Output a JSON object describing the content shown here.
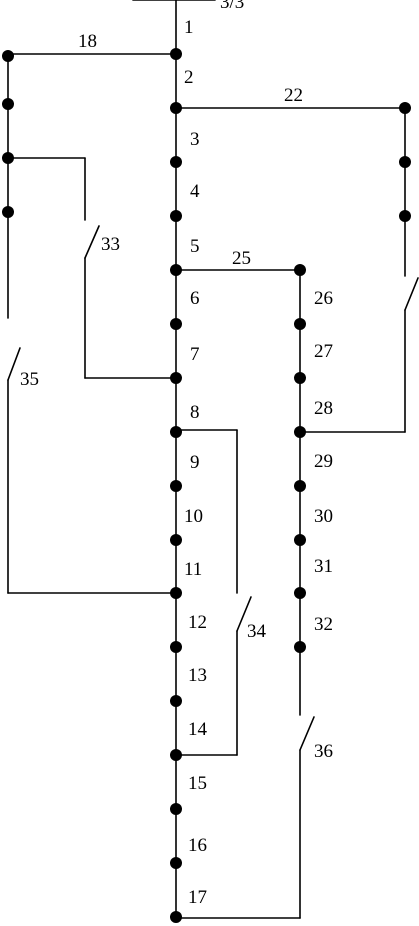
{
  "colors": {
    "line": "#000000",
    "node": "#000000",
    "background": "#ffffff"
  },
  "source": {
    "label": "3/3"
  },
  "nodes": {
    "n1": "1",
    "n2": "2",
    "n3": "3",
    "n4": "4",
    "n5": "5",
    "n6": "6",
    "n7": "7",
    "n8": "8",
    "n9": "9",
    "n10": "10",
    "n11": "11",
    "n12": "12",
    "n13": "13",
    "n14": "14",
    "n15": "15",
    "n16": "16",
    "n17": "17",
    "n18": "18",
    "n22": "22",
    "n25": "25",
    "n26": "26",
    "n27": "27",
    "n28": "28",
    "n29": "29",
    "n30": "30",
    "n31": "31",
    "n32": "32"
  },
  "switches": {
    "s33": "33",
    "s34": "34",
    "s35": "35",
    "s36": "36"
  }
}
